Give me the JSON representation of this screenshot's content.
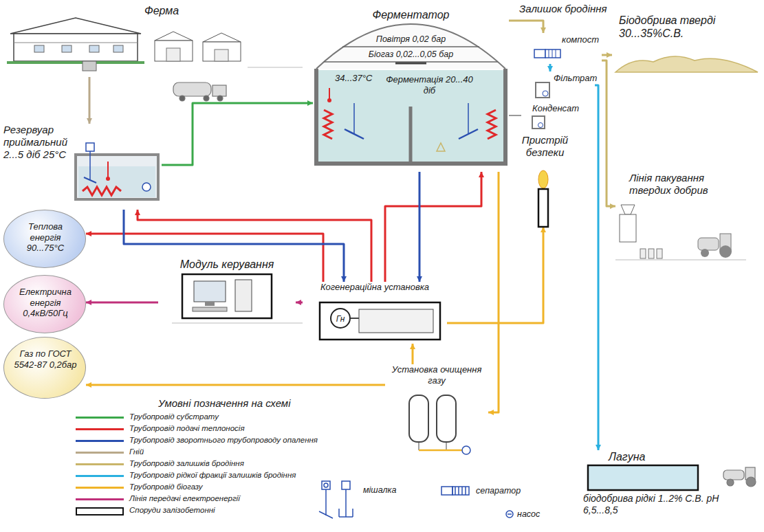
{
  "diagram": {
    "nodes": [
      {
        "text": [
          "Ферма"
        ]
      },
      {
        "text": [
          "Резервуар приймальний 2...5 діб 25°С"
        ]
      },
      {
        "text": [
          "Ферментатор",
          "Повітря 0,02 бар",
          "Біогаз 0,02...0,05 бар",
          "34...37°С",
          "Ферментація 20...40 діб"
        ]
      },
      {
        "text": [
          "компост"
        ]
      },
      {
        "text": [
          "Біодобрива тверді 30...35%С.В."
        ]
      },
      {
        "text": [
          "Фільтрат"
        ]
      },
      {
        "text": [
          "Конденсат"
        ]
      },
      {
        "text": [
          "Пристрій безпеки"
        ]
      },
      {
        "text": [
          "Лінія пакування твердих добрив"
        ]
      },
      {
        "text": [
          "Теплова енергія 90...75°С"
        ]
      },
      {
        "text": [
          "Електрична енергія 0,4кВ/50Гц"
        ]
      },
      {
        "text": [
          "Газ по ГОСТ 5542-87 0,2бар"
        ]
      },
      {
        "text": [
          "Модуль керування"
        ]
      },
      {
        "text": [
          "Когенераційна установка"
        ]
      },
      {
        "text": [
          "Гн"
        ],
        "in": 13
      },
      {
        "text": [
          "Установка очищення газу"
        ]
      },
      {
        "text": [
          "Лагуна",
          "біодобрива рідкі 1..2% С.В. рН 6,5...8,5"
        ]
      }
    ],
    "edges": [
      {
        "from": 0,
        "to": 1,
        "arrow": "to"
      },
      {
        "from": 1,
        "to": 2,
        "arrow": "to"
      },
      {
        "from": 2,
        "to": 3,
        "arrow": "to"
      },
      {
        "from": 3,
        "to": 4,
        "arrow": "to"
      },
      {
        "from": 3,
        "to": 5,
        "arrow": "to"
      },
      {
        "from": 5,
        "to": 16,
        "arrow": "to"
      },
      {
        "from": 3,
        "to": 8,
        "arrow": "to"
      },
      {
        "from": 2,
        "to": 15,
        "arrow": "to"
      },
      {
        "from": 15,
        "to": 13,
        "arrow": "to"
      },
      {
        "from": 15,
        "to": 11,
        "arrow": "to"
      },
      {
        "from": 13,
        "to": 7,
        "arrow": "to"
      },
      {
        "from": 13,
        "to": 12,
        "arrow": "to"
      },
      {
        "from": 12,
        "to": 10,
        "arrow": "to"
      },
      {
        "from": 13,
        "to": 9,
        "arrow": "to"
      },
      {
        "from": 13,
        "to": 2,
        "arrow": "to"
      },
      {
        "from": 13,
        "to": 1,
        "arrow": "to"
      },
      {
        "from": 2,
        "to": 13,
        "arrow": "to"
      },
      {
        "from": 1,
        "to": 13,
        "arrow": "to"
      }
    ],
    "labels": [
      "Залишок бродіння",
      "Умовні позначення на схемі"
    ],
    "legend": [
      {
        "text": "Трубопровід субстрату",
        "color": "#3aa84a"
      },
      {
        "text": "Трубопровід подачі теплоносія",
        "color": "#e0282a"
      },
      {
        "text": "Трубопровід зворотнього трубопроводу опалення",
        "color": "#2a4fb0"
      },
      {
        "text": "Гній",
        "color": "#b9a98a"
      },
      {
        "text": "Трубопровід залишків бродіння",
        "color": "#c9b56a"
      },
      {
        "text": "Трубопровід рідкої фракції залишків бродіння",
        "color": "#2ab0e0"
      },
      {
        "text": "Трубопровід біогазу",
        "color": "#f0b428"
      },
      {
        "text": "Лінія передачі електроенергії",
        "color": "#c0307a"
      },
      {
        "text": "Споруди залізобетонні"
      },
      {
        "text": "мішалка"
      },
      {
        "text": "сепаратор"
      },
      {
        "text": "насос"
      }
    ]
  }
}
